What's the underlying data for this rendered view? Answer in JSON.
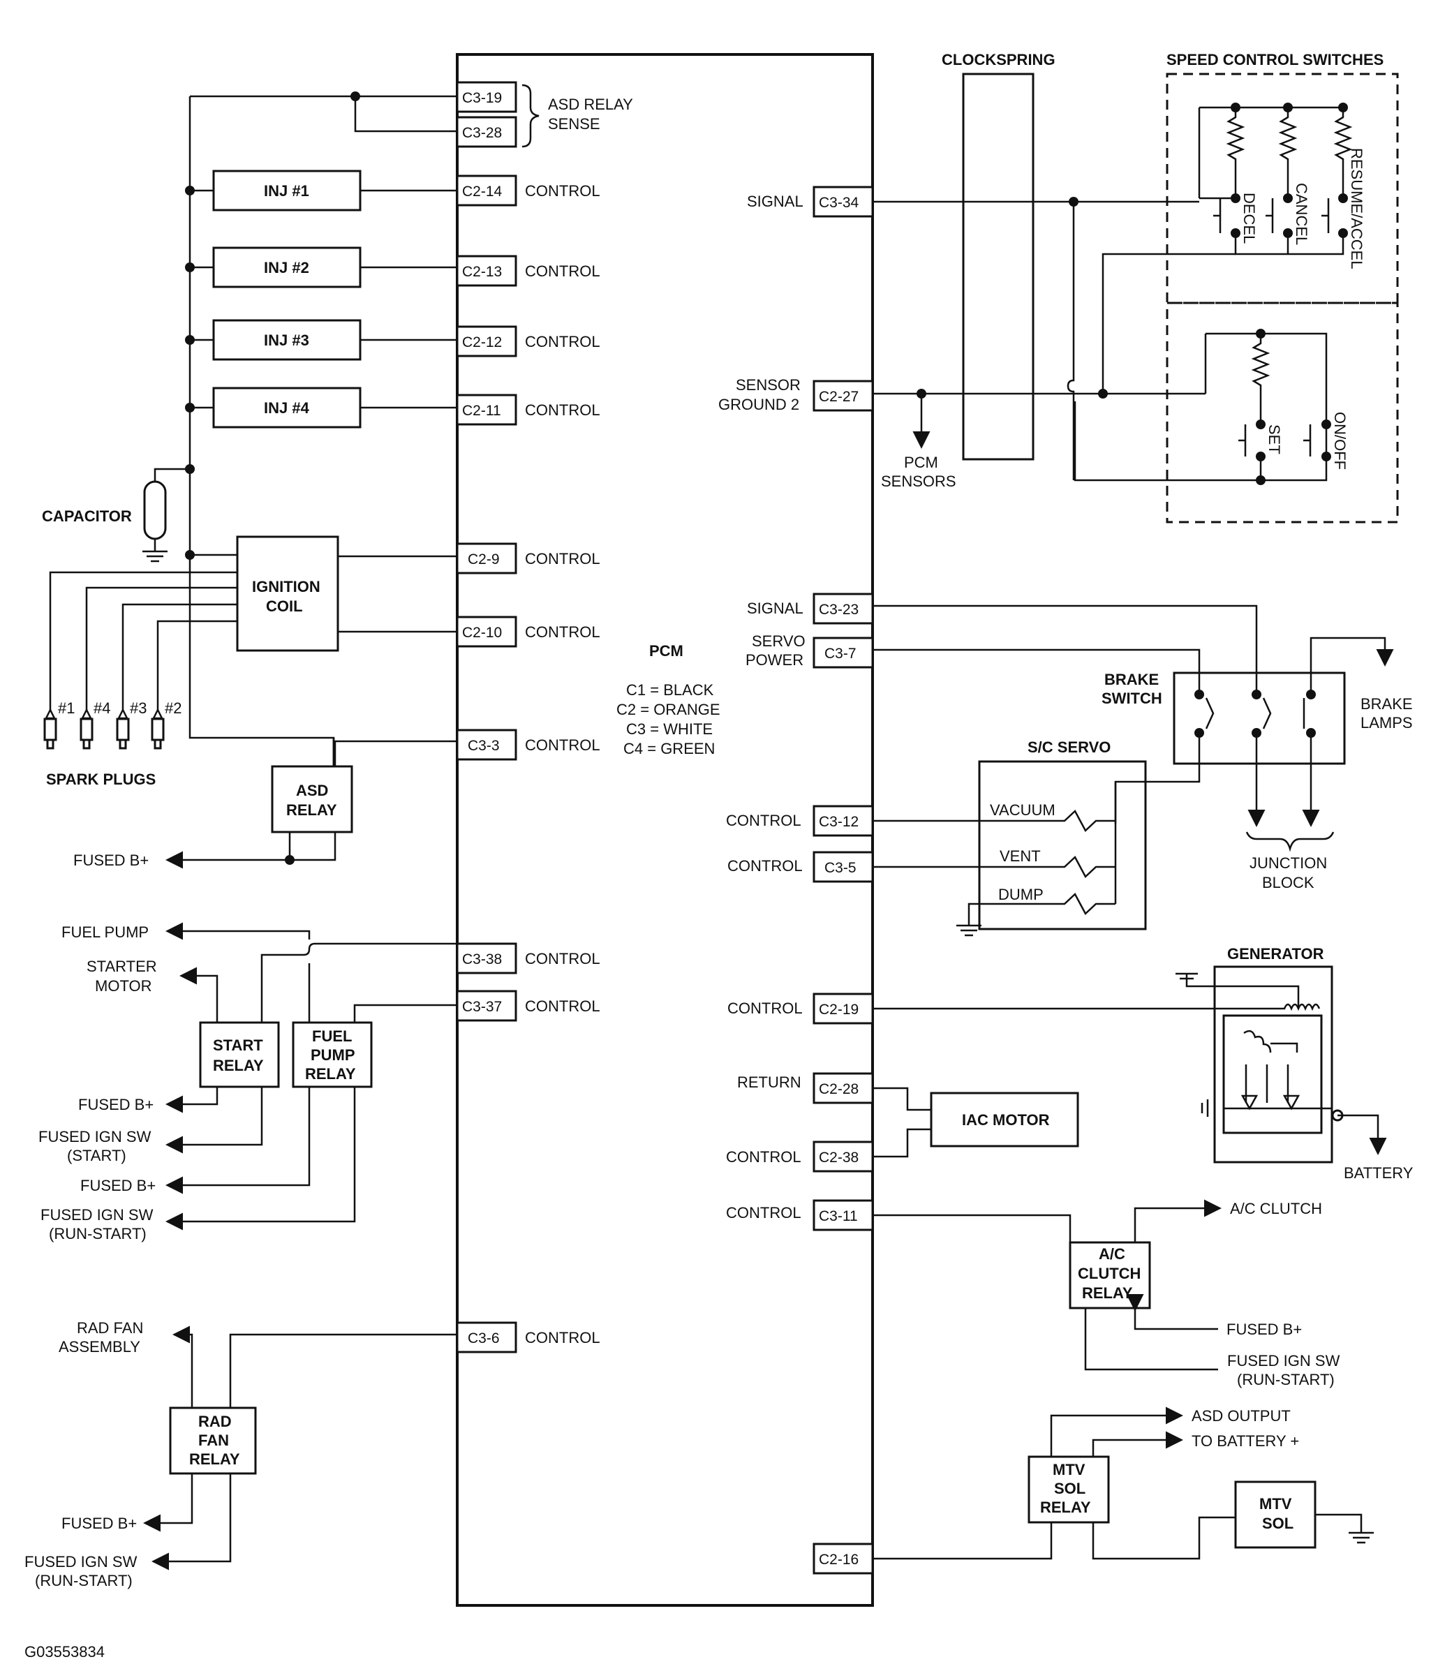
{
  "pcm": {
    "title": "PCM",
    "legend": [
      "C1 = BLACK",
      "C2 = ORANGE",
      "C3 = WHITE",
      "C4 = GREEN"
    ]
  },
  "left_pins": {
    "c3_19": "C3-19",
    "c3_28": "C3-28",
    "c2_14": "C2-14",
    "c2_13": "C2-13",
    "c2_12": "C2-12",
    "c2_11": "C2-11",
    "c2_9": "C2-9",
    "c2_10": "C2-10",
    "c3_3": "C3-3",
    "c3_38": "C3-38",
    "c3_37": "C3-37",
    "c3_6": "C3-6"
  },
  "right_pins": {
    "c3_34": "C3-34",
    "c2_27": "C2-27",
    "c3_23": "C3-23",
    "c3_7": "C3-7",
    "c3_12": "C3-12",
    "c3_5": "C3-5",
    "c2_19": "C2-19",
    "c2_28": "C2-28",
    "c2_38": "C2-38",
    "c3_11": "C3-11",
    "c2_16": "C2-16"
  },
  "labels": {
    "control": "CONTROL",
    "signal": "SIGNAL",
    "return": "RETURN",
    "asd_relay_sense": [
      "ASD RELAY",
      "SENSE"
    ],
    "sensor_ground": [
      "SENSOR",
      "GROUND 2"
    ],
    "servo_power": [
      "SERVO",
      "POWER"
    ],
    "pcm_sensors": [
      "PCM",
      "SENSORS"
    ]
  },
  "components": {
    "inj1": "INJ #1",
    "inj2": "INJ #2",
    "inj3": "INJ #3",
    "inj4": "INJ #4",
    "capacitor": "CAPACITOR",
    "ignition_coil": [
      "IGNITION",
      "COIL"
    ],
    "spark_plugs": "SPARK PLUGS",
    "plug_numbers": [
      "#1",
      "#4",
      "#3",
      "#2"
    ],
    "asd_relay": [
      "ASD",
      "RELAY"
    ],
    "start_relay": [
      "START",
      "RELAY"
    ],
    "fuel_pump_relay": [
      "FUEL",
      "PUMP",
      "RELAY"
    ],
    "rad_fan_relay": [
      "RAD",
      "FAN",
      "RELAY"
    ],
    "clockspring": "CLOCKSPRING",
    "speed_control_switches": "SPEED CONTROL SWITCHES",
    "switch_decel": "DECEL",
    "switch_cancel": "CANCEL",
    "switch_resume": "RESUME/ACCEL",
    "switch_set": "SET",
    "switch_onoff": "ON/OFF",
    "brake_switch": [
      "BRAKE",
      "SWITCH"
    ],
    "brake_lamps": [
      "BRAKE",
      "LAMPS"
    ],
    "sc_servo": "S/C SERVO",
    "vacuum": "VACUUM",
    "vent": "VENT",
    "dump": "DUMP",
    "junction_block": [
      "JUNCTION",
      "BLOCK"
    ],
    "generator": "GENERATOR",
    "battery": "BATTERY",
    "iac_motor": "IAC MOTOR",
    "ac_clutch_relay": [
      "A/C",
      "CLUTCH",
      "RELAY"
    ],
    "ac_clutch": "A/C CLUTCH",
    "mtv_sol_relay": [
      "MTV",
      "SOL",
      "RELAY"
    ],
    "mtv_sol": [
      "MTV",
      "SOL"
    ],
    "asd_output": "ASD OUTPUT",
    "to_battery": "TO BATTERY +"
  },
  "power_labels": {
    "fused_b": "FUSED B+",
    "fuel_pump": "FUEL PUMP",
    "starter_motor": [
      "STARTER",
      "MOTOR"
    ],
    "fused_ign_start": [
      "FUSED IGN SW",
      "(START)"
    ],
    "fused_ign_run": [
      "FUSED IGN SW",
      "(RUN-START)"
    ],
    "rad_fan_assembly": [
      "RAD FAN",
      "ASSEMBLY"
    ]
  },
  "figure_id": "G03553834"
}
